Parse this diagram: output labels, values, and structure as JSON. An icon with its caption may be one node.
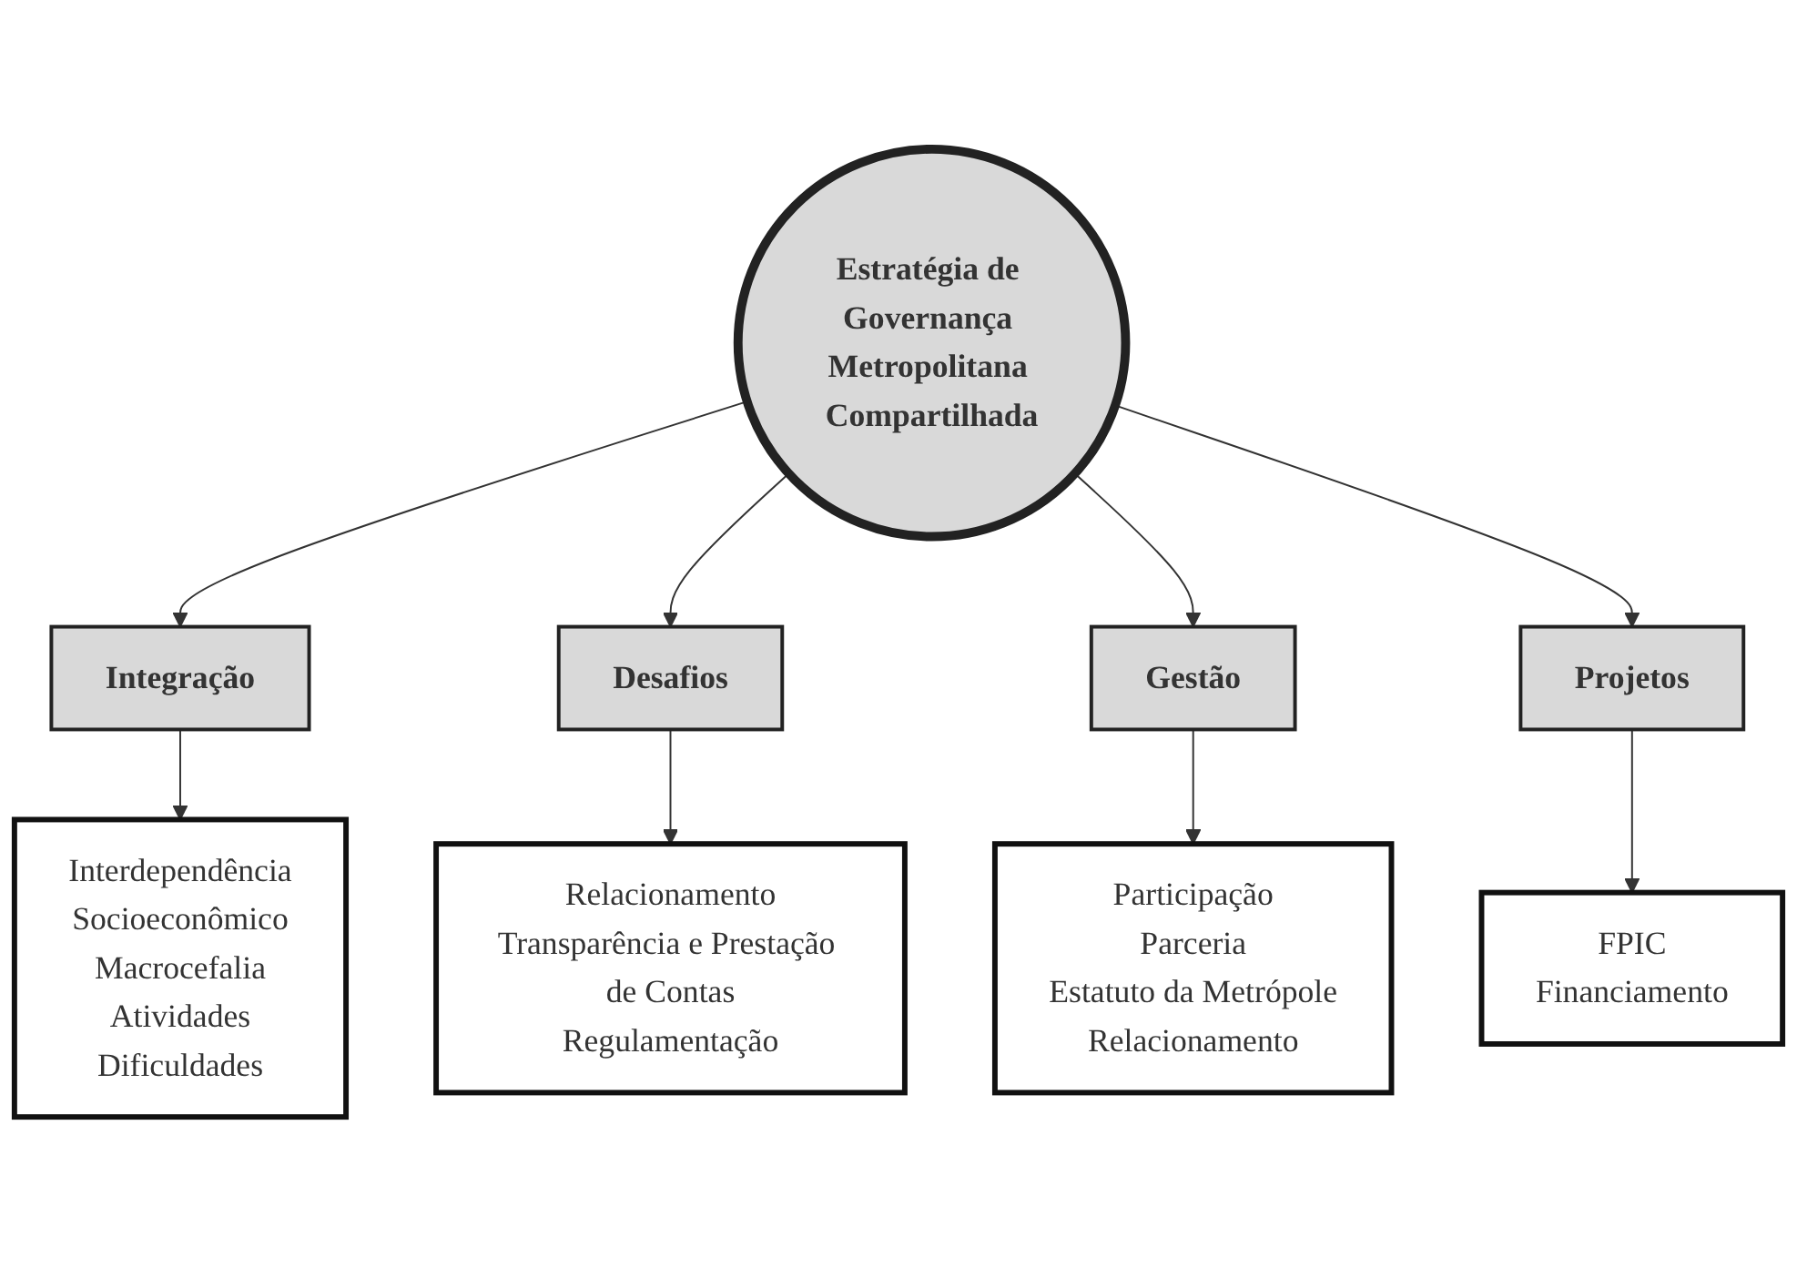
{
  "diagram": {
    "nodes": [
      {
        "text": [
          "Estratégia de Governança Metropolitana Compartilhada"
        ]
      },
      {
        "text": [
          "Integração"
        ]
      },
      {
        "text": [
          "Interdependência",
          "Socioeconômico",
          "Macrocefalia",
          "Atividades",
          "Dificuldades"
        ]
      },
      {
        "text": [
          "Desafios"
        ]
      },
      {
        "text": [
          "Relacionamento",
          "Transparência e Prestação de Contas",
          "Regulamentação"
        ]
      },
      {
        "text": [
          "Gestão"
        ]
      },
      {
        "text": [
          "Participação",
          "Parceria",
          "Estatuto da Metrópole",
          "Relacionamento"
        ]
      },
      {
        "text": [
          "Projetos"
        ]
      },
      {
        "text": [
          "FPIC",
          "Financiamento"
        ]
      }
    ],
    "edges": [
      {
        "from": 0,
        "to": 1,
        "arrow": "to"
      },
      {
        "from": 1,
        "to": 2,
        "arrow": "to"
      },
      {
        "from": 0,
        "to": 3,
        "arrow": "to"
      },
      {
        "from": 3,
        "to": 4,
        "arrow": "to"
      },
      {
        "from": 0,
        "to": 5,
        "arrow": "to"
      },
      {
        "from": 5,
        "to": 6,
        "arrow": "to"
      },
      {
        "from": 0,
        "to": 7,
        "arrow": "to"
      },
      {
        "from": 7,
        "to": 8,
        "arrow": "to"
      }
    ]
  }
}
